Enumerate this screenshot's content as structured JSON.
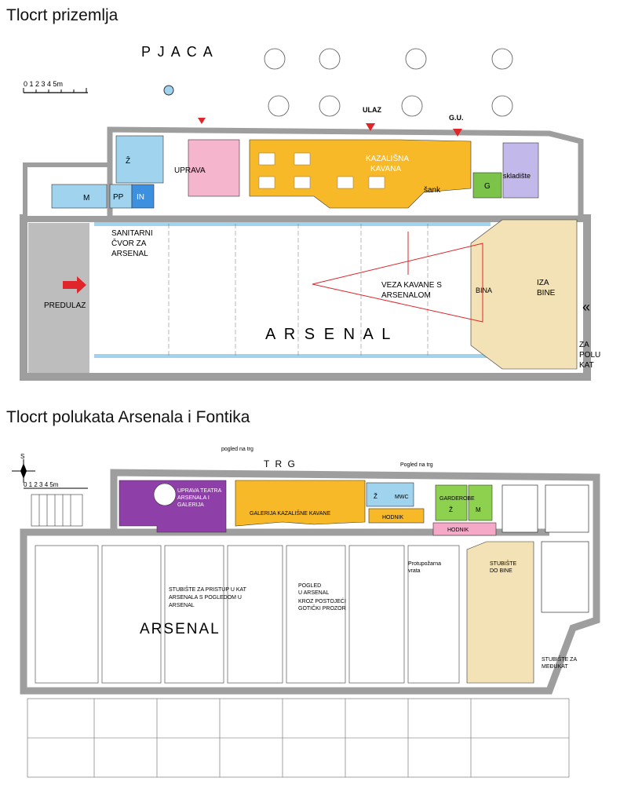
{
  "plan1": {
    "heading": "Tlocrt prizemlja",
    "scale_label": "0 1 2 3 4 5m",
    "labels": {
      "pjaca": "P J A C A",
      "ulaz": "ULAZ",
      "gu": "G.U.",
      "z": "Ž",
      "m": "M",
      "pp": "PP",
      "in": "IN",
      "uprava": "UPRAVA",
      "kazalisna": "KAZALIŠNA",
      "kavana": "KAVANA",
      "sank": "šank",
      "g": "G",
      "skladiste": "skladište",
      "sanitarni_1": "SANITARNI",
      "sanitarni_2": "ČVOR ZA",
      "sanitarni_3": "ARSENAL",
      "predulaz": "PREDULAZ",
      "veza_1": "VEZA  KAVANE S",
      "veza_2": "ARSENALOM",
      "bina": "BINA",
      "iza_1": "IZA",
      "iza_2": "BINE",
      "arsenal": "A R S E N A L",
      "za_1": "ZA",
      "za_2": "POLU",
      "za_3": "KAT"
    },
    "colors": {
      "yellow": "#f7b928",
      "pink": "#f5b5cc",
      "blue": "#3d8fe0",
      "lightblue": "#9fd3ee",
      "green": "#7cc34a",
      "lavender": "#c3b8ea",
      "beige": "#f2e2b6",
      "grey": "#bdbdbd",
      "wall": "#9e9e9e",
      "red": "#e0262a"
    }
  },
  "plan2": {
    "heading": "Tlocrt polukata Arsenala i Fontika",
    "scale_label": "0 1 2 3 4 5m",
    "labels": {
      "north": "S",
      "trg": "T R G",
      "pogled_1": "pogled  na trg",
      "pogled_2": "Pogled   na  trg",
      "uprava_1": "UPRAVA TEATRA",
      "uprava_2": "ARSENALA I",
      "uprava_3": "GALERIJA",
      "galerija": "GALERIJA KAZALIŠNE  KAVANE",
      "z": "Ž",
      "mwc": "MWC",
      "hodnik_1": "HODNIK",
      "garderobe": "GARDEROBE",
      "gz": "Ž",
      "gm": "M",
      "hodnik_2": "HODNIK",
      "protu_1": "Protupožarna",
      "protu_2": "vrata",
      "stub_bine_1": "STUBIŠTE",
      "stub_bine_2": "DO BINE",
      "stub_kat_1": "STUBIŠTE ZA PRISTUP U KAT",
      "stub_kat_2": "ARSENALA  S POGLEDOM U",
      "stub_kat_3": "ARSENAL",
      "pogled_a_1": "POGLED",
      "pogled_a_2": "U  ARSENAL",
      "pogled_a_3": "KROZ POSTOJEĆI",
      "pogled_a_4": "GOTIČKI PROZOR",
      "arsenal": "ARSENAL",
      "stub_med_1": "STUBIŠTE ZA",
      "stub_med_2": "MEĐUKAT"
    },
    "colors": {
      "yellow": "#f7b928",
      "purple": "#8e3fa8",
      "lightblue": "#9fd3ee",
      "green": "#8ed14f",
      "pink": "#f5a9c6",
      "beige": "#f2e2b6",
      "wall": "#9e9e9e"
    }
  }
}
